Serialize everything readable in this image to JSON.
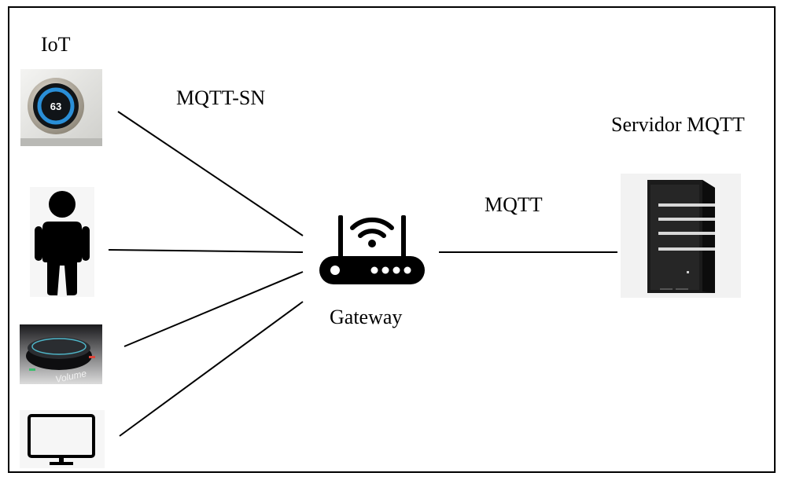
{
  "labels": {
    "iot": "IoT",
    "mqtt_sn": "MQTT-SN",
    "mqtt": "MQTT",
    "gateway": "Gateway",
    "server": "Servidor MQTT"
  },
  "thermostat": {
    "display": "63"
  },
  "speaker": {
    "dial_text": "Volume"
  },
  "icons": {
    "thermostat": "thermostat-icon",
    "person": "person-icon",
    "speaker": "smart-speaker-icon",
    "monitor": "monitor-icon",
    "router": "router-icon",
    "server": "server-tower-icon"
  },
  "colors": {
    "stroke": "#000000",
    "thermostat_ring": "#2a8fd8",
    "server_body": "#1b1b1b"
  }
}
